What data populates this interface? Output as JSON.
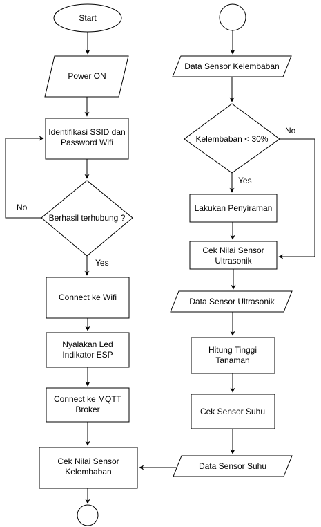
{
  "nodes": {
    "start": {
      "label": "Start"
    },
    "power_on": {
      "label": "Power ON"
    },
    "identify_ssid": {
      "line1": "Identifikasi SSID dan",
      "line2": "Password Wifi"
    },
    "connected_check": {
      "label": "Berhasil terhubung ?"
    },
    "connect_wifi": {
      "label": "Connect ke Wifi"
    },
    "led": {
      "line1": "Nyalakan Led",
      "line2": "Indikator ESP"
    },
    "mqtt": {
      "line1": "Connect ke MQTT",
      "line2": "Broker"
    },
    "check_humidity": {
      "line1": "Cek Nilai Sensor",
      "line2": "Kelembaban"
    },
    "humidity_data": {
      "label": "Data Sensor Kelembaban"
    },
    "humidity_check": {
      "label": "Kelembaban < 30%"
    },
    "watering": {
      "label": "Lakukan Penyiraman"
    },
    "check_ultrasonic": {
      "line1": "Cek Nilai Sensor",
      "line2": "Ultrasonik"
    },
    "ultrasonic_data": {
      "label": "Data Sensor Ultrasonik"
    },
    "plant_height": {
      "line1": "Hitung Tinggi",
      "line2": "Tanaman"
    },
    "check_temp": {
      "label": "Cek Sensor Suhu"
    },
    "temp_data": {
      "label": "Data Sensor Suhu"
    }
  },
  "edges": {
    "no_retry": "No",
    "yes_connected": "Yes",
    "yes_humidity": "Yes",
    "no_humidity": "No"
  },
  "colors": {
    "stroke": "#000000",
    "fill": "#ffffff",
    "text": "#000000"
  }
}
